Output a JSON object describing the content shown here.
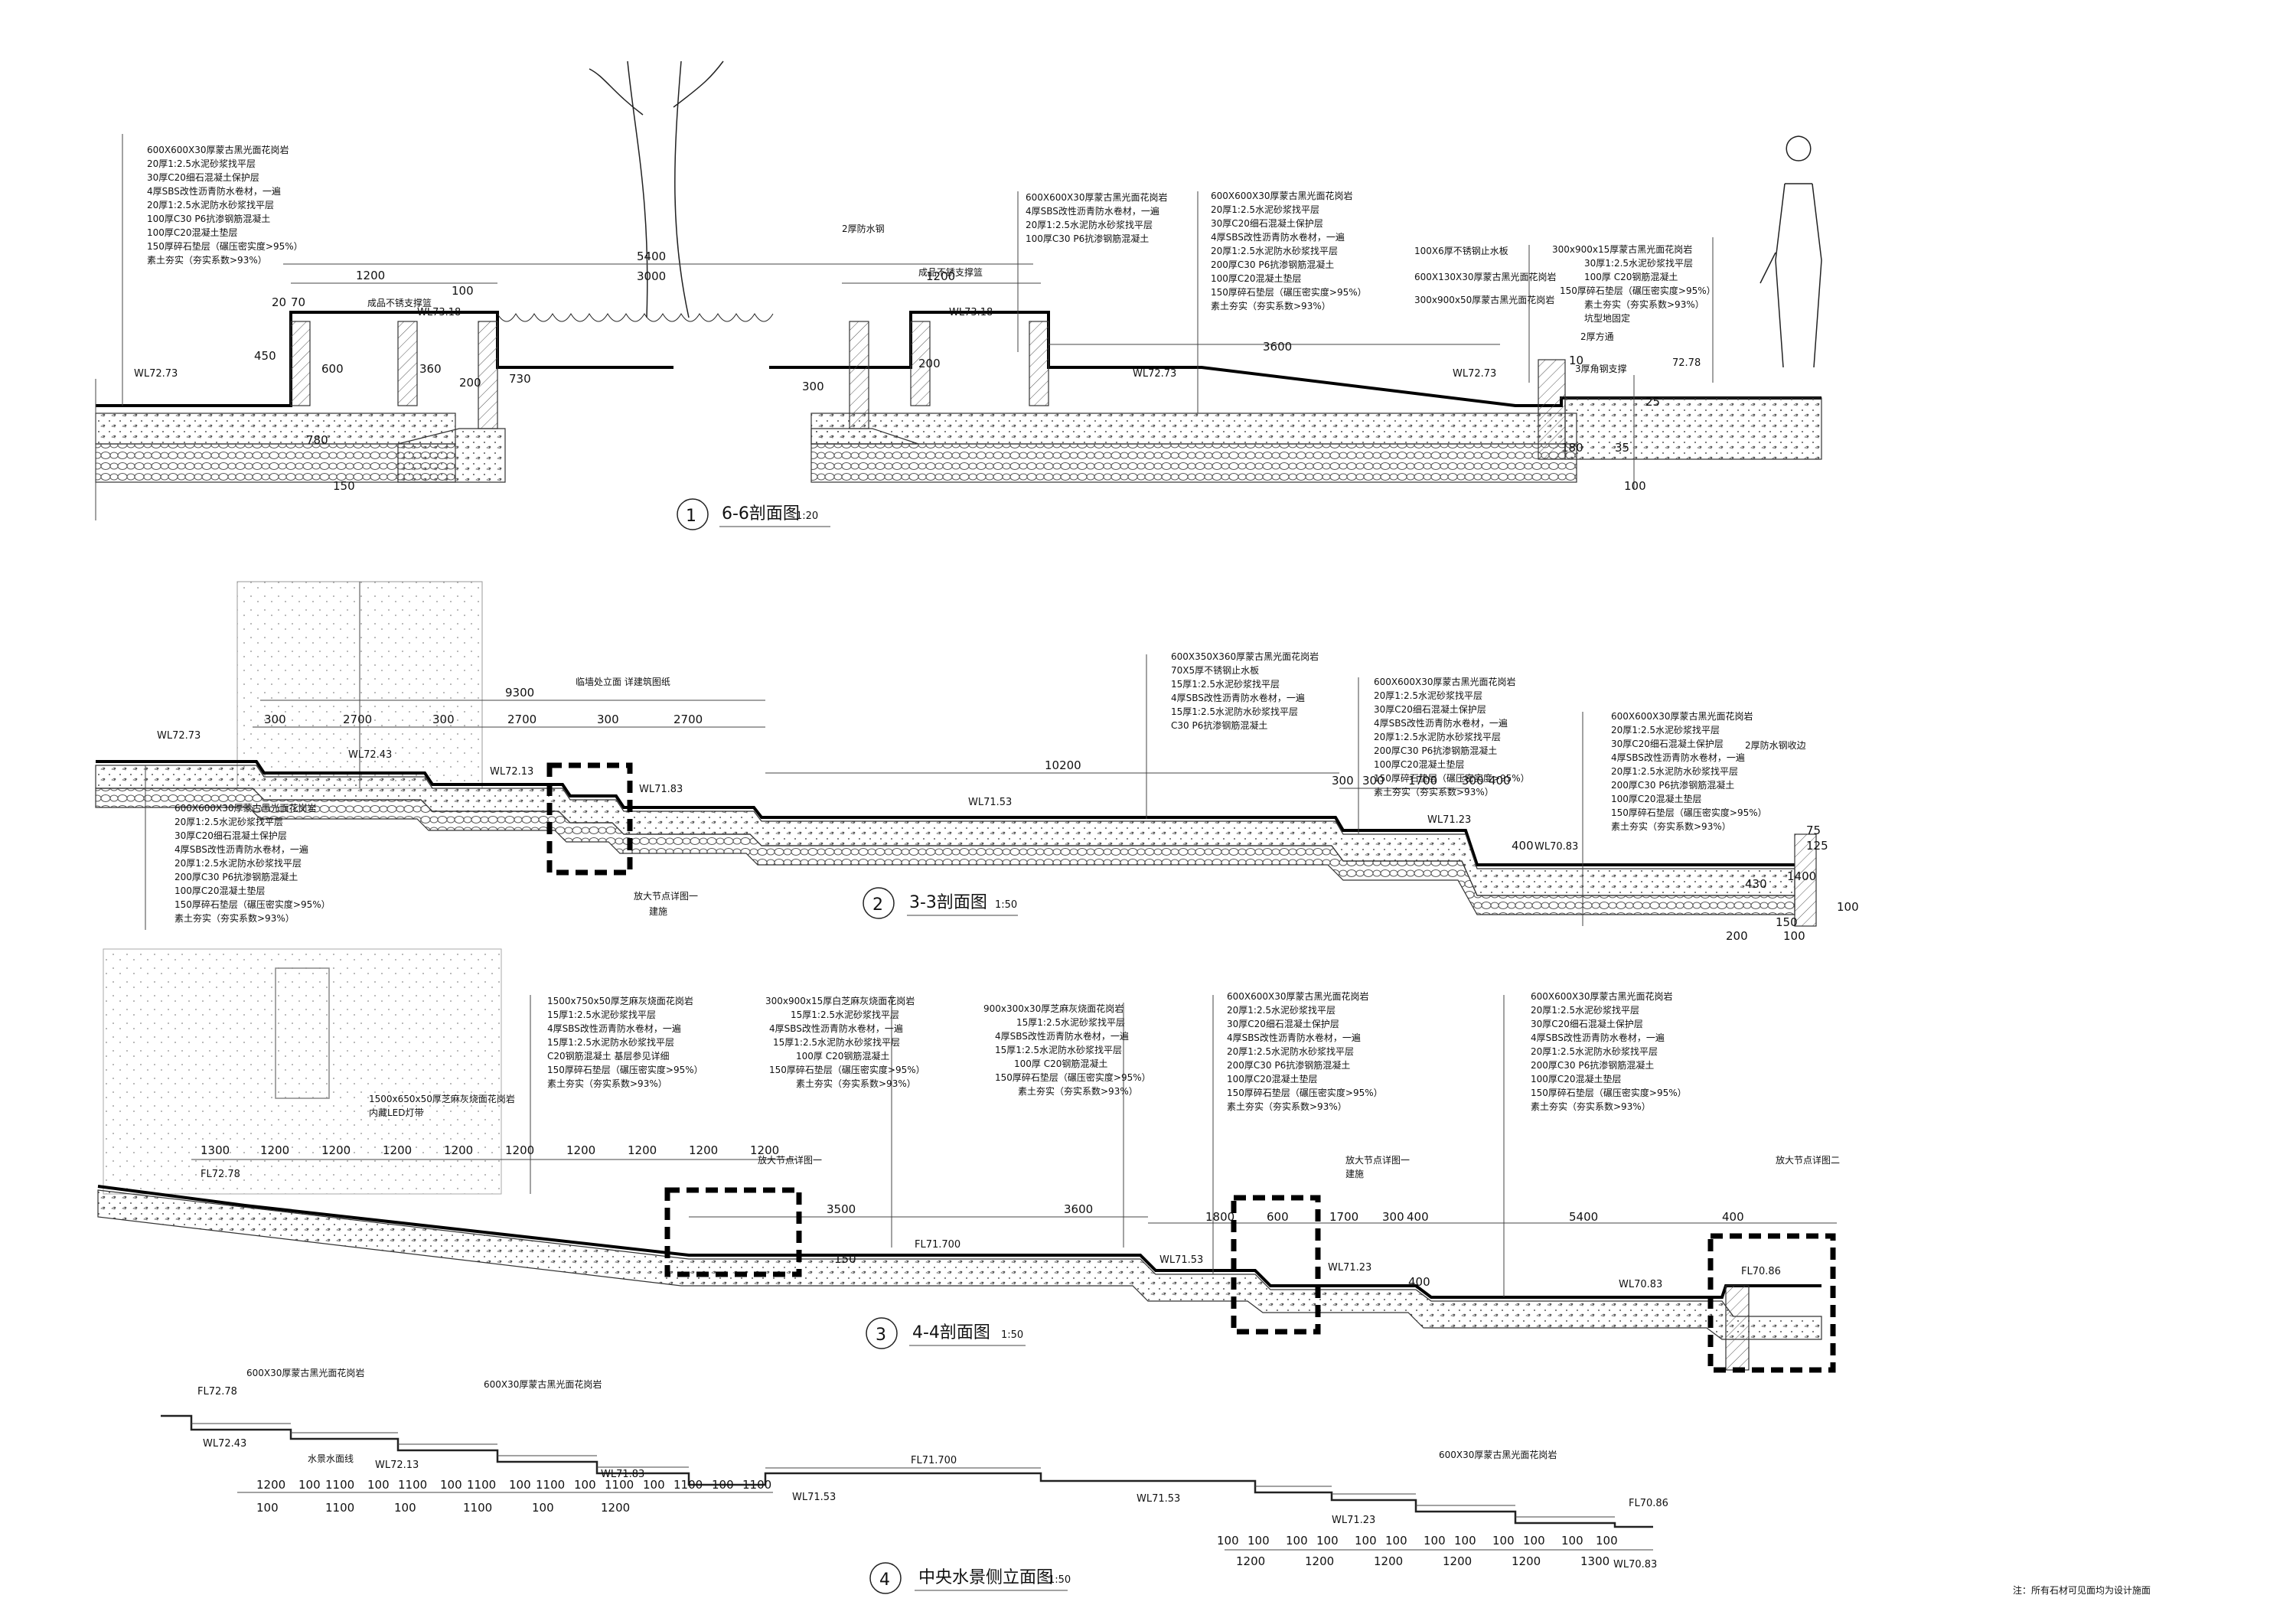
{
  "section1": {
    "title": "6-6剖面图",
    "scale": "1:20",
    "number": "1",
    "note_left": [
      "600X600X30厚蒙古黑光面花岗岩",
      "20厚1:2.5水泥砂浆找平层",
      "30厚C20细石混凝土保护层",
      "4厚SBS改性沥青防水卷材，一遍",
      "20厚1:2.5水泥防水砂浆找平层",
      "100厚C30 P6抗渗钢筋混凝土",
      "100厚C20混凝土垫层",
      "150厚碎石垫层（碾压密实度>95%）",
      "素土夯实（夯实系数>93%）"
    ],
    "note_mid": [
      "600X600X30厚蒙古黑光面花岗岩",
      "4厚SBS改性沥青防水卷材，一遍",
      "20厚1:2.5水泥防水砂浆找平层",
      "100厚C30 P6抗渗钢筋混凝土"
    ],
    "note_right": [
      "600X600X30厚蒙古黑光面花岗岩",
      "20厚1:2.5水泥砂浆找平层",
      "30厚C20细石混凝土保护层",
      "4厚SBS改性沥青防水卷材，一遍",
      "20厚1:2.5水泥防水砂浆找平层",
      "200厚C30 P6抗渗钢筋混凝土",
      "100厚C20混凝土垫层",
      "150厚碎石垫层（碾压密实度>95%）",
      "素土夯实（夯实系数>93%）"
    ],
    "note_far": [
      "300x900x15厚蒙古黑光面花岗岩",
      "30厚1:2.5水泥砂浆找平层",
      "100厚 C20钢筋混凝土",
      "150厚碎石垫层（碾压密实度>95%）",
      "素土夯实（夯实系数>93%）",
      "坑型地固定"
    ],
    "note_edge": [
      "100X6厚不锈钢止水板",
      "600X130X30厚蒙古黑光面花岗岩",
      "300x900x50厚蒙古黑光面花岗岩"
    ],
    "callouts": [
      "成品不锈支撑篮",
      "2厚防水钢",
      "成品不锈支撑篮",
      "2厚方通",
      "3厚角钢支撑"
    ],
    "dims": [
      "1200",
      "5400",
      "3000",
      "1200",
      "3600",
      "600",
      "360",
      "200",
      "100",
      "450",
      "730",
      "780",
      "300",
      "20",
      "70",
      "150",
      "200",
      "180",
      "10",
      "35",
      "25",
      "100"
    ],
    "levels": [
      "WL72.73",
      "WL73.18",
      "WL73.18",
      "WL72.73",
      "WL72.73",
      "72.78"
    ]
  },
  "section2": {
    "title": "3-3剖面图",
    "scale": "1:50",
    "number": "2",
    "top_note": "临墙处立面   详建筑图纸",
    "note_a": [
      "600X600X30厚蒙古黑光面花岗岩",
      "20厚1:2.5水泥砂浆找平层",
      "30厚C20细石混凝土保护层",
      "4厚SBS改性沥青防水卷材，一遍",
      "20厚1:2.5水泥防水砂浆找平层",
      "200厚C30 P6抗渗钢筋混凝土",
      "100厚C20混凝土垫层",
      "150厚碎石垫层（碾压密实度>95%）",
      "素土夯实（夯实系数>93%）"
    ],
    "note_b": [
      "600X350X360厚蒙古黑光面花岗岩",
      "70X5厚不锈钢止水板",
      "15厚1:2.5水泥砂浆找平层",
      "4厚SBS改性沥青防水卷材，一遍",
      "15厚1:2.5水泥防水砂浆找平层",
      "C30 P6抗渗钢筋混凝土"
    ],
    "note_c": [
      "600X600X30厚蒙古黑光面花岗岩",
      "20厚1:2.5水泥砂浆找平层",
      "30厚C20细石混凝土保护层",
      "4厚SBS改性沥青防水卷材，一遍",
      "20厚1:2.5水泥防水砂浆找平层",
      "200厚C30 P6抗渗钢筋混凝土",
      "100厚C20混凝土垫层",
      "150厚碎石垫层（碾压密实度>95%）",
      "素土夯实（夯实系数>93%）"
    ],
    "note_d": [
      "600X600X30厚蒙古黑光面花岗岩",
      "20厚1:2.5水泥砂浆找平层",
      "30厚C20细石混凝土保护层",
      "4厚SBS改性沥青防水卷材，一遍",
      "20厚1:2.5水泥防水砂浆找平层",
      "200厚C30 P6抗渗钢筋混凝土",
      "100厚C20混凝土垫层",
      "150厚碎石垫层（碾压密实度>95%）",
      "素土夯实（夯实系数>93%）"
    ],
    "detail_ref": "放大节点详图一",
    "detail_ref2": "建施",
    "edge_note": "2厚防水钢收边",
    "dims": [
      "9300",
      "300",
      "2700",
      "300",
      "2700",
      "300",
      "2700",
      "10200",
      "300",
      "300",
      "1700",
      "300",
      "400",
      "400",
      "1400",
      "430",
      "100",
      "150",
      "100",
      "200",
      "75",
      "125"
    ],
    "levels": [
      "WL72.73",
      "WL72.43",
      "WL72.13",
      "WL71.83",
      "WL71.53",
      "WL71.23",
      "WL70.83"
    ]
  },
  "section3": {
    "title": "4-4剖面图",
    "scale": "1:50",
    "number": "3",
    "note_a": [
      "1500x750x50厚芝麻灰烧面花岗岩",
      "15厚1:2.5水泥砂浆找平层",
      "4厚SBS改性沥青防水卷材，一遍",
      "15厚1:2.5水泥防水砂浆找平层",
      "C20钢筋混凝土 基层参见详细",
      "150厚碎石垫层（碾压密实度>95%）",
      "素土夯实（夯实系数>93%）"
    ],
    "note_a2": [
      "1500x650x50厚芝麻灰烧面花岗岩",
      "内藏LED灯带"
    ],
    "note_b": [
      "300x900x15厚白芝麻灰烧面花岗岩",
      "15厚1:2.5水泥砂浆找平层",
      "4厚SBS改性沥青防水卷材，一遍",
      "15厚1:2.5水泥防水砂浆找平层",
      "100厚 C20钢筋混凝土",
      "150厚碎石垫层（碾压密实度>95%）",
      "素土夯实（夯实系数>93%）"
    ],
    "note_c": [
      "900x300x30厚芝麻灰烧面花岗岩",
      "15厚1:2.5水泥砂浆找平层",
      "4厚SBS改性沥青防水卷材，一遍",
      "15厚1:2.5水泥防水砂浆找平层",
      "100厚 C20钢筋混凝土",
      "150厚碎石垫层（碾压密实度>95%）",
      "素土夯实（夯实系数>93%）"
    ],
    "note_d": [
      "600X600X30厚蒙古黑光面花岗岩",
      "20厚1:2.5水泥砂浆找平层",
      "30厚C20细石混凝土保护层",
      "4厚SBS改性沥青防水卷材，一遍",
      "20厚1:2.5水泥防水砂浆找平层",
      "200厚C30 P6抗渗钢筋混凝土",
      "100厚C20混凝土垫层",
      "150厚碎石垫层（碾压密实度>95%）",
      "素土夯实（夯实系数>93%）"
    ],
    "note_e": [
      "600X600X30厚蒙古黑光面花岗岩",
      "20厚1:2.5水泥砂浆找平层",
      "30厚C20细石混凝土保护层",
      "4厚SBS改性沥青防水卷材，一遍",
      "20厚1:2.5水泥防水砂浆找平层",
      "200厚C30 P6抗渗钢筋混凝土",
      "100厚C20混凝土垫层",
      "150厚碎石垫层（碾压密实度>95%）",
      "素土夯实（夯实系数>93%）"
    ],
    "detail_refs": [
      "放大节点详图一",
      "放大节点详图一",
      "放大节点详图二"
    ],
    "detail_ref_sub": "建施",
    "dims": [
      "1300",
      "1200",
      "1200",
      "1200",
      "1200",
      "1200",
      "1200",
      "1200",
      "1200",
      "1200",
      "3500",
      "3600",
      "1800",
      "600",
      "1700",
      "300",
      "400",
      "5400",
      "400",
      "150",
      "400"
    ],
    "levels": [
      "FL72.78",
      "FL71.700",
      "WL71.53",
      "WL71.23",
      "WL70.83",
      "FL70.86"
    ]
  },
  "section4": {
    "title": "中央水景侧立面图",
    "scale": "1:50",
    "number": "4",
    "notes": [
      "600X30厚蒙古黑光面花岗岩",
      "600X30厚蒙古黑光面花岗岩",
      "600X30厚蒙古黑光面花岗岩",
      "水景水面线"
    ],
    "dims_top": [
      "1200",
      "100",
      "1100",
      "100",
      "1100",
      "100",
      "1100",
      "100",
      "1100",
      "100",
      "1100",
      "100",
      "1100",
      "100",
      "1100",
      "100",
      "1100",
      "100",
      "1100",
      "100",
      "1200"
    ],
    "dims_bot": [
      "100",
      "100",
      "100",
      "100",
      "100",
      "100",
      "100",
      "100",
      "100",
      "100",
      "100",
      "100",
      "1200",
      "1200",
      "1200",
      "1200",
      "1200",
      "1300"
    ],
    "levels": [
      "FL72.78",
      "WL72.43",
      "WL72.13",
      "WL71.83",
      "FL71.700",
      "WL71.53",
      "WL71.53",
      "WL71.23",
      "FL70.86",
      "WL70.83"
    ]
  },
  "footnote": "注：所有石材可见面均为设计施面",
  "colors": {
    "line": "#000000",
    "hatch": "#555555"
  }
}
